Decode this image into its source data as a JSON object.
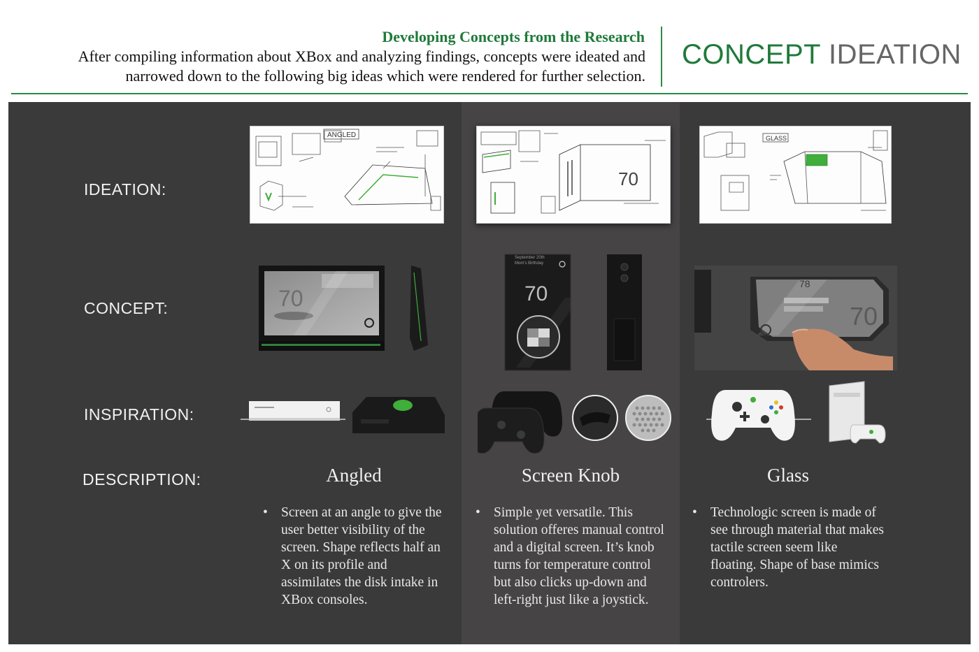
{
  "header": {
    "subtitle": "Developing Concepts from the Research",
    "body_line1": "After compiling information about XBox and analyzing findings, concepts were ideated and",
    "body_line2": "narrowed down to the following big ideas which were rendered  for further selection.",
    "title_part1": "CONCEPT",
    "title_part2": "IDEATION"
  },
  "rows": {
    "ideation": "IDEATION:",
    "concept": "CONCEPT:",
    "inspiration": "INSPIRATION:",
    "description": "DESCRIPTION:"
  },
  "concepts": [
    {
      "name": "Angled",
      "sketch_label": "ANGLED",
      "render_temp": "70",
      "description": "Screen at an angle to give the user better visibility of the screen. Shape reflects half an X on its profile and assimilates the disk intake in XBox consoles."
    },
    {
      "name": "Screen Knob",
      "sketch_label": "70",
      "render_temp": "70",
      "render_date": "September 20th",
      "render_event": "Mom's Birthday",
      "description": "Simple yet versatile. This solution offeres manual control and a digital screen. It’s knob turns for temperature control but also clicks up-down and left-right just like a joystick."
    },
    {
      "name": "Glass",
      "sketch_label": "GLASS",
      "render_temp": "70",
      "render_outdoor": "78",
      "description": "Technologic screen is made of see through material that makes tactile screen seem like floating. Shape of base mimics controlers."
    }
  ],
  "colors": {
    "accent": "#1f7a3a",
    "panel": "#3a3a3a",
    "highlight_column": "#474446",
    "xbox_green": "#3fae3a"
  },
  "icons": [
    "xbox-logo-icon",
    "controller-icon",
    "console-icon",
    "finger-icon"
  ]
}
